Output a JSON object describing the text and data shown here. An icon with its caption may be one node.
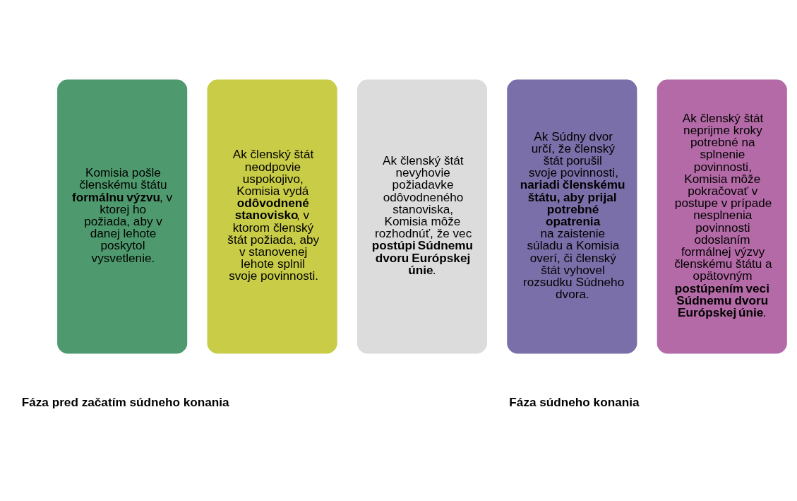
{
  "diagram": {
    "nodes": [
      {
        "text": [
          "Komisia pošle členskému štátu **formálnu výzvu**, v ktorej ho požiada, aby v danej lehote poskytol vysvetlenie."
        ]
      },
      {
        "text": [
          "Ak členský štát neodpovie uspokojivo, Komisia vydá **odôvodnené stanovisko**, v ktorom členský štát požiada, aby v stanovenej lehote splnil svoje povinnosti."
        ]
      },
      {
        "text": [
          "Ak členský štát nevyhovie požiadavke odôvodneného stanoviska, Komisia môže rozhodnúť, že vec **postúpi Súdnemu dvoru Európskej únie**."
        ]
      },
      {
        "text": [
          "Ak Súdny dvor určí, že členský štát porušil svoje povinnosti, **nariadi členskému štátu, aby prijal potrebné opatrenia** na zaistenie súladu a Komisia overí, či členský štát vyhovel rozsudku Súdneho dvora."
        ]
      },
      {
        "text": [
          "Ak členský štát neprijme kroky potrebné na splnenie povinnosti, Komisia môže pokračovať v postupe v prípade nesplnenia povinnosti odoslaním formálnej výzvy členskému štátu a opätovným **postúpením veci Súdnemu dvoru Európskej únie**."
        ]
      }
    ],
    "edges": [],
    "labels": [
      "Fáza pred začatím súdneho konania",
      "Fáza súdneho konania"
    ]
  }
}
